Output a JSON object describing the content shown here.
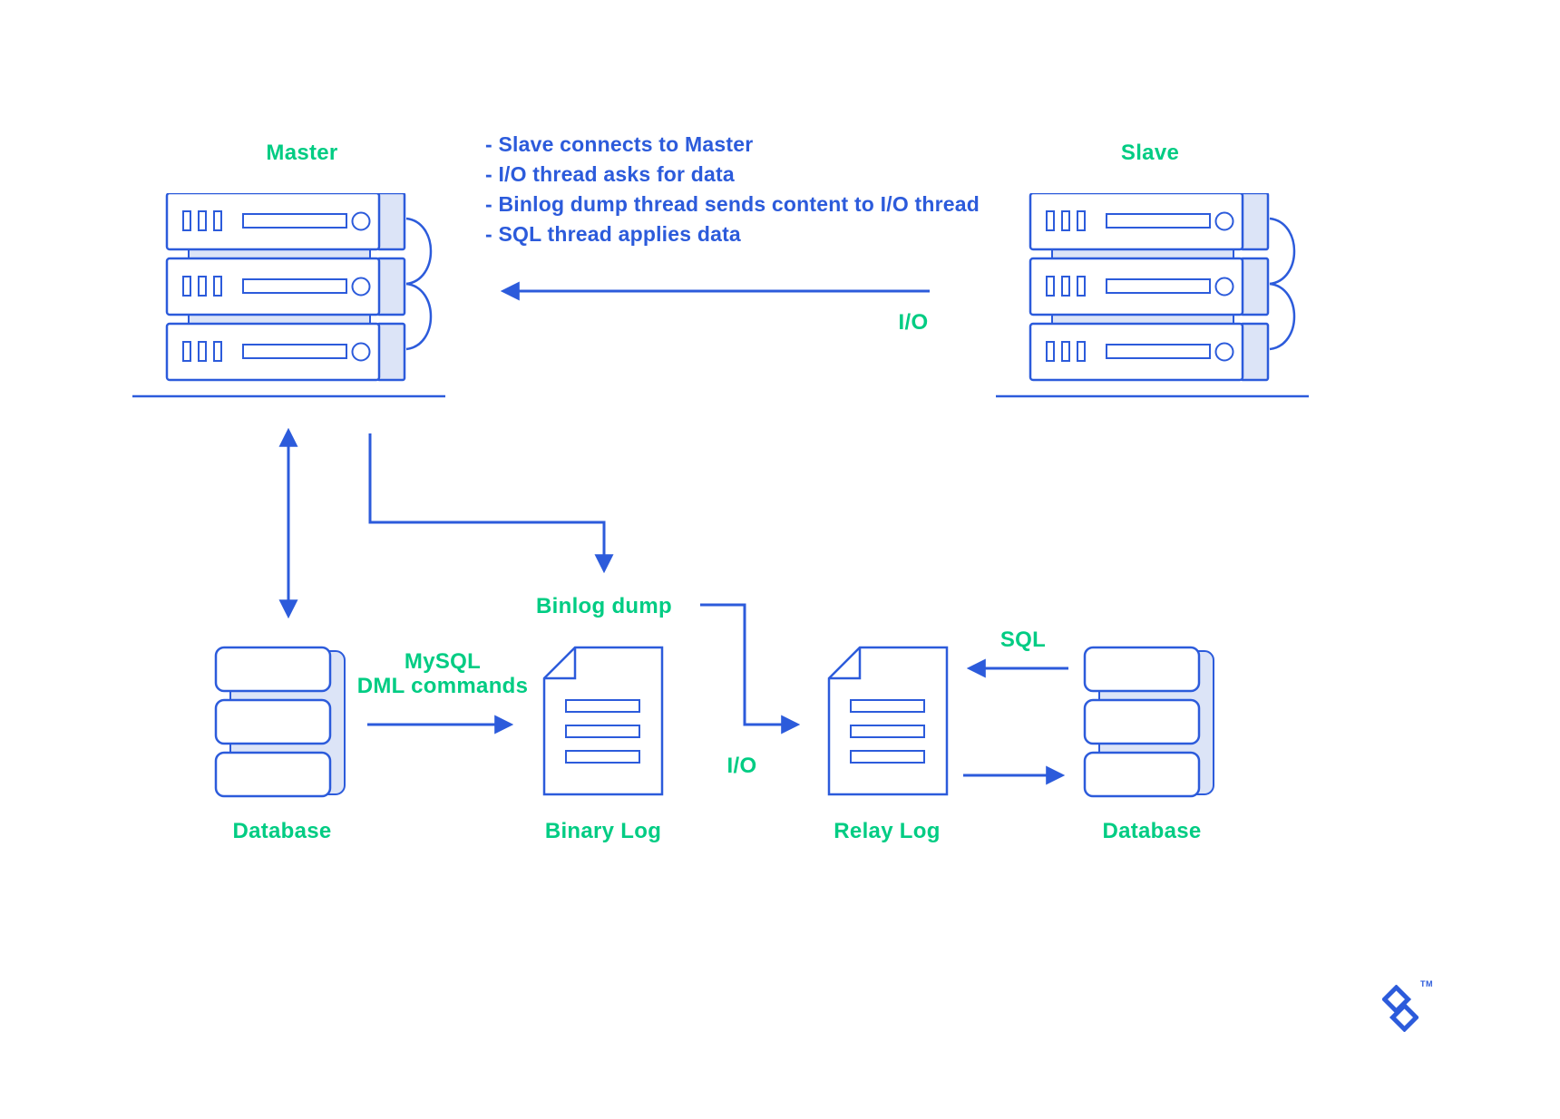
{
  "colors": {
    "blue": "#2C5BDB",
    "green": "#00CC83",
    "light": "#DCE4F7",
    "bg": "#FFFFFF"
  },
  "nodes": {
    "master": "Master",
    "slave": "Slave",
    "database_left": "Database",
    "binary_log": "Binary Log",
    "relay_log": "Relay Log",
    "database_right": "Database"
  },
  "notes": [
    "- Slave connects to Master",
    "- I/O thread asks for data",
    "- Binlog dump thread sends content to I/O thread",
    "- SQL thread applies data"
  ],
  "edges": {
    "io_top": "I/O",
    "binlog_dump": "Binlog dump",
    "mysql_line1": "MySQL",
    "mysql_line2": "DML commands",
    "io_bottom": "I/O",
    "sql": "SQL"
  },
  "icons": {
    "master": "server-stack-icon",
    "slave": "server-stack-icon",
    "database_left": "database-icon",
    "database_right": "database-icon",
    "binary_log": "document-icon",
    "relay_log": "document-icon",
    "logo": "toptal-diamonds-icon"
  },
  "branding": {
    "trademark": "TM"
  }
}
